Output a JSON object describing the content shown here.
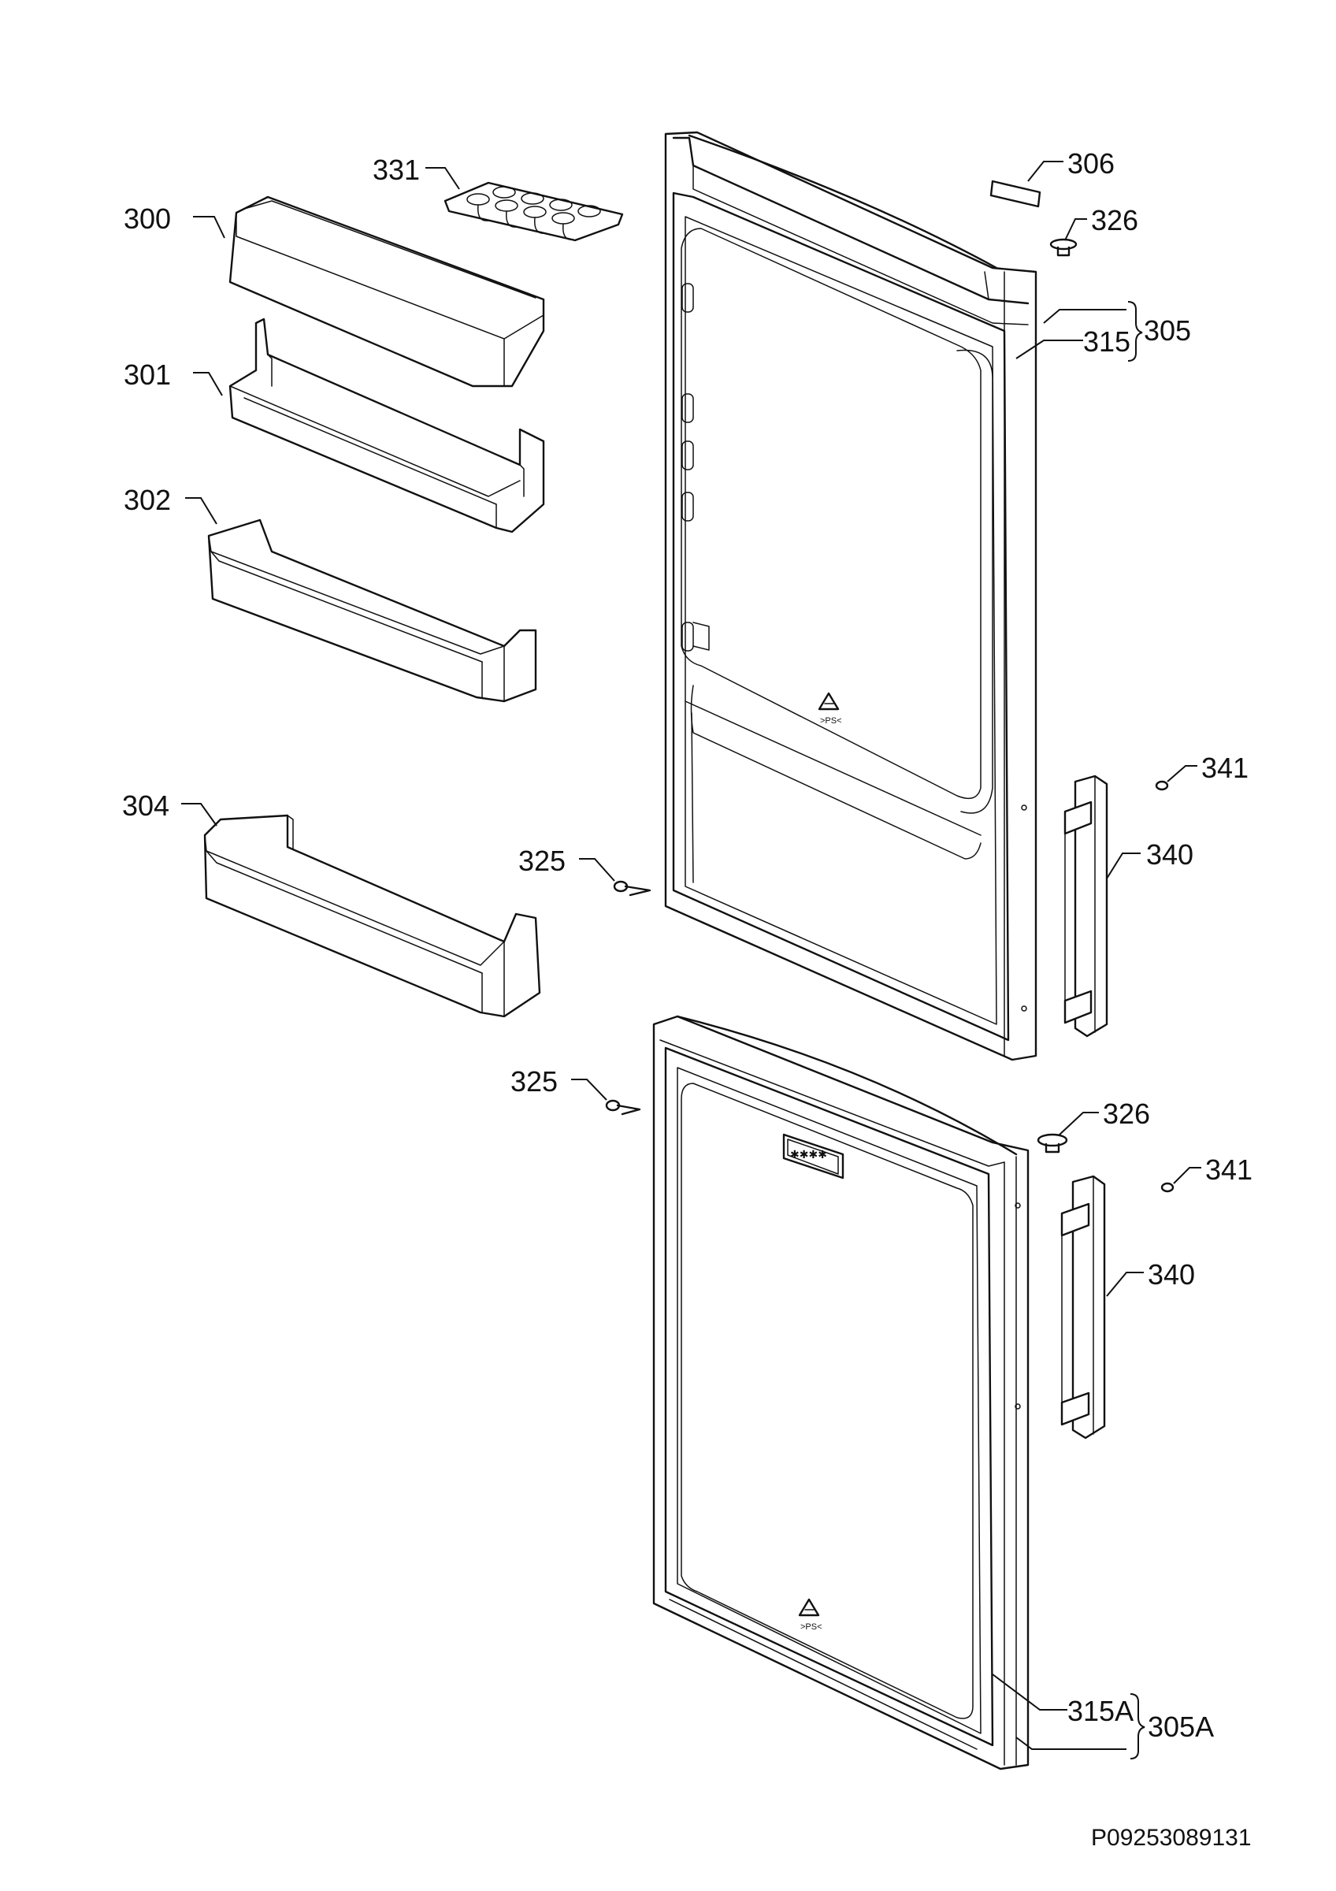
{
  "labels": {
    "p300": "300",
    "p301": "301",
    "p302": "302",
    "p304": "304",
    "p331": "331",
    "p306": "306",
    "p326_top": "326",
    "p315": "315",
    "p305": "305",
    "p341_top": "341",
    "p340_top": "340",
    "p325_top": "325",
    "p325_bottom": "325",
    "p326_bottom": "326",
    "p341_bottom": "341",
    "p340_bottom": "340",
    "p315A": "315A",
    "p305A": "305A"
  },
  "door_marks": {
    "recycle_top": ">PS<",
    "recycle_bottom": ">PS<",
    "star_rating": "✱✱✱✱"
  },
  "document_number": "P09253089131",
  "icons": [
    "egg-tray-icon",
    "door-handle-icon",
    "screw-icon",
    "hinge-cap-icon",
    "recycle-icon"
  ]
}
